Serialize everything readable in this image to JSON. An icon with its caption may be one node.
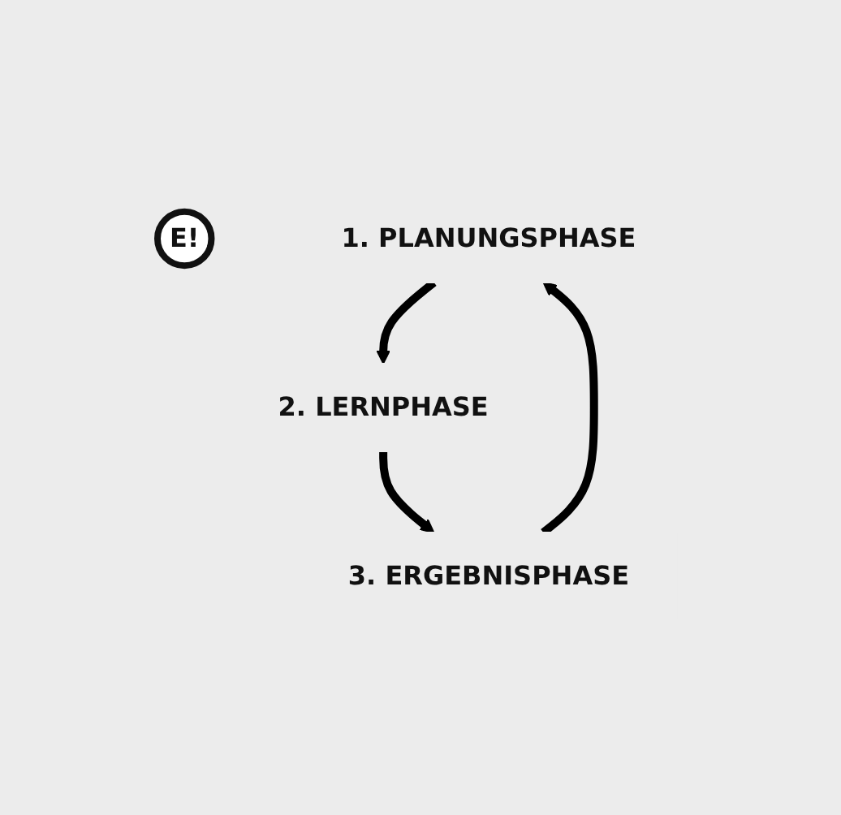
{
  "diagram": {
    "nodes": [
      {
        "text": [
          "E!"
        ]
      },
      {
        "text": [
          "1. PLANUNGSPHASE"
        ]
      },
      {
        "text": [
          "2. LERNPHASE"
        ]
      },
      {
        "text": [
          "3. ERGEBNISPHASE"
        ]
      }
    ],
    "edges": [
      {
        "from": 1,
        "to": 2,
        "arrow": "to"
      },
      {
        "from": 2,
        "to": 3,
        "arrow": "to"
      },
      {
        "from": 3,
        "to": 1,
        "arrow": "to"
      }
    ]
  }
}
